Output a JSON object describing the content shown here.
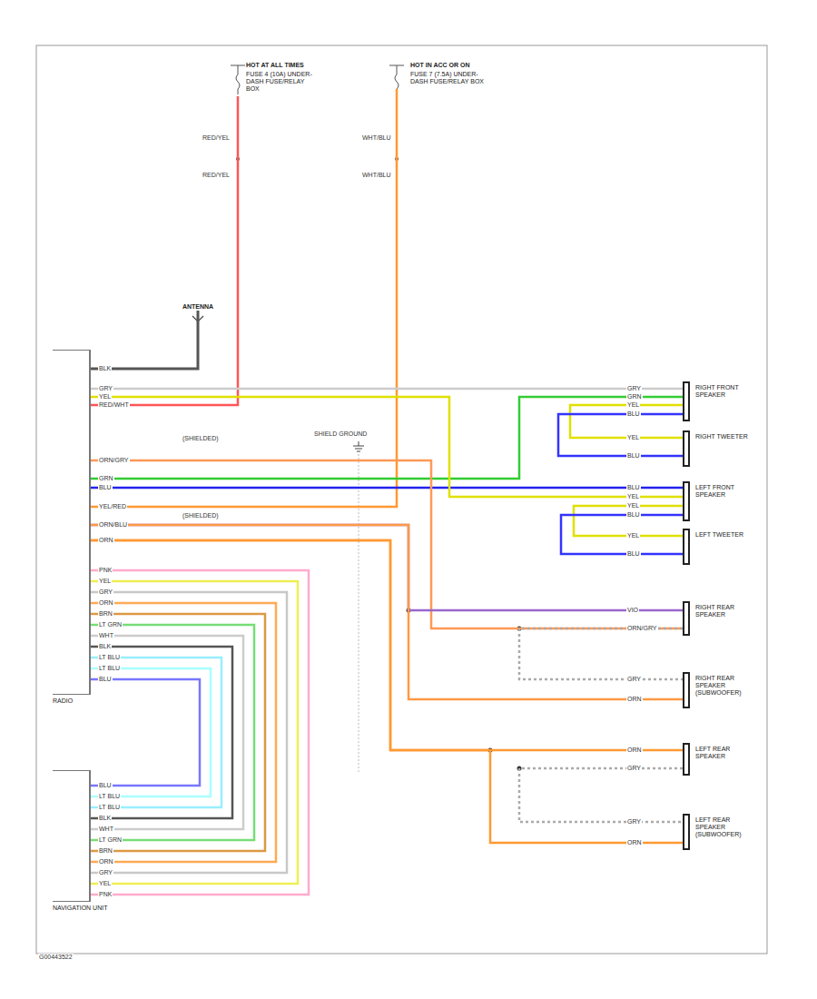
{
  "diagram": {
    "nodes": [
      {
        "text": [
          "HOT AT ALL TIMES",
          "FUSE 4 (10A) UNDER-DASH FUSE/RELAY BOX"
        ]
      },
      {
        "text": [
          "HOT IN ACC OR ON",
          "FUSE 7 (7.5A) UNDER-DASH FUSE/RELAY BOX"
        ]
      },
      {
        "text": [
          "ANTENNA"
        ]
      },
      {
        "text": [
          "RADIO"
        ]
      },
      {
        "text": [
          "NAVIGATION UNIT"
        ]
      },
      {
        "text": [
          "RIGHT FRONT SPEAKER"
        ]
      },
      {
        "text": [
          "RIGHT TWEETER"
        ]
      },
      {
        "text": [
          "LEFT FRONT SPEAKER"
        ]
      },
      {
        "text": [
          "LEFT TWEETER"
        ]
      },
      {
        "text": [
          "RIGHT REAR SPEAKER"
        ]
      },
      {
        "text": [
          "RIGHT REAR SPEAKER (SUBWOOFER)"
        ]
      },
      {
        "text": [
          "LEFT REAR SPEAKER"
        ]
      },
      {
        "text": [
          "LEFT REAR SPEAKER (SUBWOOFER)"
        ]
      }
    ],
    "edges": [
      {
        "from": 0,
        "to": 3,
        "arrow": "none"
      },
      {
        "from": 1,
        "to": 3,
        "arrow": "none"
      },
      {
        "from": 2,
        "to": 3,
        "arrow": "none"
      },
      {
        "from": 3,
        "to": 5,
        "arrow": "none"
      },
      {
        "from": 3,
        "to": 5,
        "arrow": "none"
      },
      {
        "from": 5,
        "to": 6,
        "arrow": "none"
      },
      {
        "from": 5,
        "to": 6,
        "arrow": "none"
      },
      {
        "from": 3,
        "to": 7,
        "arrow": "none"
      },
      {
        "from": 3,
        "to": 7,
        "arrow": "none"
      },
      {
        "from": 7,
        "to": 8,
        "arrow": "none"
      },
      {
        "from": 7,
        "to": 8,
        "arrow": "none"
      },
      {
        "from": 3,
        "to": 9,
        "arrow": "none"
      },
      {
        "from": 3,
        "to": 9,
        "arrow": "none"
      },
      {
        "from": 3,
        "to": 10,
        "arrow": "none"
      },
      {
        "from": 9,
        "to": 10,
        "arrow": "none"
      },
      {
        "from": 3,
        "to": 11,
        "arrow": "none"
      },
      {
        "from": 3,
        "to": 12,
        "arrow": "none"
      },
      {
        "from": 11,
        "to": 12,
        "arrow": "none"
      },
      {
        "from": 3,
        "to": 4,
        "arrow": "none"
      },
      {
        "from": 3,
        "to": 4,
        "arrow": "none"
      },
      {
        "from": 3,
        "to": 4,
        "arrow": "none"
      },
      {
        "from": 3,
        "to": 4,
        "arrow": "none"
      },
      {
        "from": 3,
        "to": 4,
        "arrow": "none"
      },
      {
        "from": 3,
        "to": 4,
        "arrow": "none"
      },
      {
        "from": 3,
        "to": 4,
        "arrow": "none"
      },
      {
        "from": 3,
        "to": 4,
        "arrow": "none"
      },
      {
        "from": 3,
        "to": 4,
        "arrow": "none"
      },
      {
        "from": 3,
        "to": 4,
        "arrow": "none"
      },
      {
        "from": 3,
        "to": 4,
        "arrow": "none"
      }
    ],
    "labels": [
      "RED/YEL",
      "WHT/BLU",
      "RED/YEL",
      "WHT/BLU",
      "BLK",
      "GRY",
      "YEL",
      "RED/WHT",
      "SHIELD GROUND",
      "(SHIELDED)",
      "ORN/GRY",
      "GRN",
      "BLU",
      "YEL/RED",
      "(SHIELDED)",
      "ORN/BLU",
      "ORN",
      "PNK",
      "YEL",
      "GRY",
      "ORN",
      "BRN",
      "LT GRN",
      "WHT",
      "BLK",
      "LT BLU",
      "LT BLU",
      "BLU",
      "BLU",
      "LT BLU",
      "LT BLU",
      "BLK",
      "WHT",
      "LT GRN",
      "BRN",
      "ORN",
      "GRY",
      "YEL",
      "PNK",
      "GRY",
      "GRN",
      "YEL",
      "BLU",
      "YEL",
      "BLU",
      "BLU",
      "YEL",
      "YEL",
      "BLU",
      "YEL",
      "BLU",
      "VIO",
      "ORN/GRY",
      "GRY",
      "ORN",
      "ORN",
      "GRY",
      "GRY",
      "ORN",
      "G00443522"
    ]
  }
}
